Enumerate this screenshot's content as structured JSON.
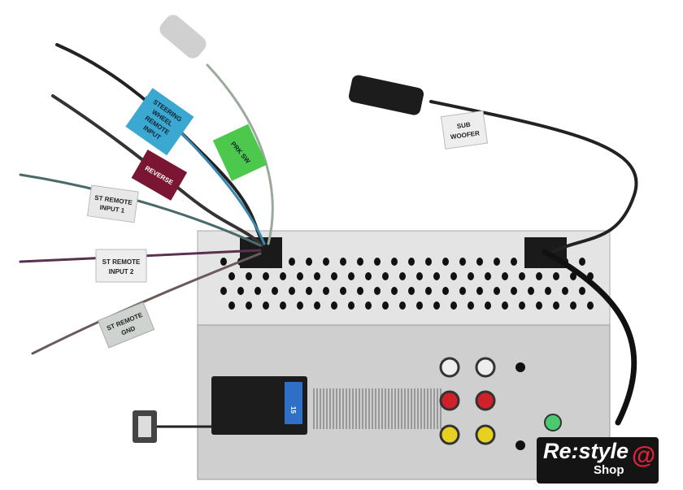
{
  "labels": {
    "steering": [
      "STEERING",
      "WHEEL",
      "REMOTE",
      "INPUT"
    ],
    "prk": "PRK  SW",
    "reverse": "REVERSE",
    "st1": [
      "ST REMOTE",
      "INPUT 1"
    ],
    "st2": [
      "ST REMOTE",
      "INPUT 2"
    ],
    "gnd": [
      "ST REMOTE",
      "GND"
    ],
    "sub": [
      "SUB",
      "WOOFER"
    ],
    "fuse": "15"
  },
  "logo": {
    "main": "Re:style",
    "sub": "Shop",
    "mark": "@"
  },
  "colors": {
    "steering": "#3aa8d0",
    "prk": "#4cc84c",
    "reverse": "#7a1634",
    "tag": "#e8e8e8",
    "chassis": "#d6d6d6",
    "logo_red": "#e0203a"
  }
}
